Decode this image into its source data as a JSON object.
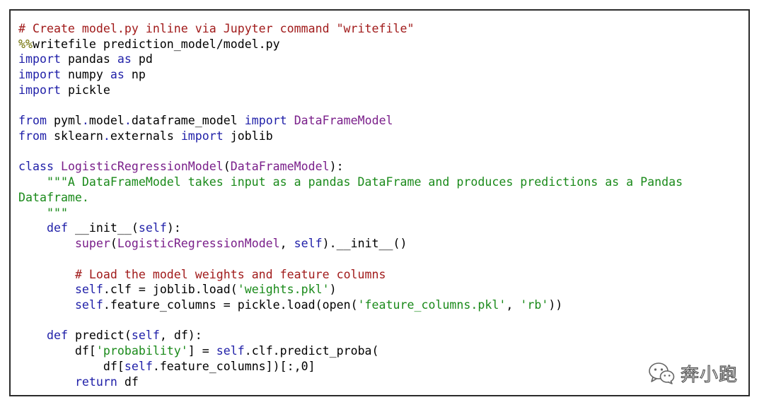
{
  "code": {
    "lines": [
      [
        {
          "t": "comment",
          "v": "# Create model.py inline via Jupyter command \"writefile\""
        }
      ],
      [
        {
          "t": "magic",
          "v": "%%"
        },
        {
          "t": "default",
          "v": "writefile prediction_model/model.py"
        }
      ],
      [
        {
          "t": "keyword",
          "v": "import"
        },
        {
          "t": "default",
          "v": " pandas "
        },
        {
          "t": "keyword",
          "v": "as"
        },
        {
          "t": "default",
          "v": " pd"
        }
      ],
      [
        {
          "t": "keyword",
          "v": "import"
        },
        {
          "t": "default",
          "v": " numpy "
        },
        {
          "t": "keyword",
          "v": "as"
        },
        {
          "t": "default",
          "v": " np"
        }
      ],
      [
        {
          "t": "keyword",
          "v": "import"
        },
        {
          "t": "default",
          "v": " pickle"
        }
      ],
      [],
      [
        {
          "t": "keyword",
          "v": "from"
        },
        {
          "t": "default",
          "v": " pyml"
        },
        {
          "t": "keyword",
          "v": "."
        },
        {
          "t": "default",
          "v": "model"
        },
        {
          "t": "keyword",
          "v": "."
        },
        {
          "t": "default",
          "v": "dataframe_model "
        },
        {
          "t": "keyword",
          "v": "import"
        },
        {
          "t": "default",
          "v": " "
        },
        {
          "t": "classname",
          "v": "DataFrameModel"
        }
      ],
      [
        {
          "t": "keyword",
          "v": "from"
        },
        {
          "t": "default",
          "v": " sklearn"
        },
        {
          "t": "keyword",
          "v": "."
        },
        {
          "t": "default",
          "v": "externals "
        },
        {
          "t": "keyword",
          "v": "import"
        },
        {
          "t": "default",
          "v": " joblib"
        }
      ],
      [],
      [
        {
          "t": "keyword",
          "v": "class"
        },
        {
          "t": "default",
          "v": " "
        },
        {
          "t": "classname",
          "v": "LogisticRegressionModel"
        },
        {
          "t": "default",
          "v": "("
        },
        {
          "t": "classname",
          "v": "DataFrameModel"
        },
        {
          "t": "default",
          "v": "):"
        }
      ],
      [
        {
          "t": "string",
          "v": "    \"\"\"A DataFrameModel takes input as a pandas DataFrame and produces predictions as a Pandas"
        }
      ],
      [
        {
          "t": "string",
          "v": "Dataframe."
        }
      ],
      [
        {
          "t": "string",
          "v": "    \"\"\""
        }
      ],
      [
        {
          "t": "default",
          "v": "    "
        },
        {
          "t": "keyword",
          "v": "def"
        },
        {
          "t": "default",
          "v": " __init__("
        },
        {
          "t": "self",
          "v": "self"
        },
        {
          "t": "default",
          "v": "):"
        }
      ],
      [
        {
          "t": "default",
          "v": "        "
        },
        {
          "t": "builtin",
          "v": "super"
        },
        {
          "t": "default",
          "v": "("
        },
        {
          "t": "classname",
          "v": "LogisticRegressionModel"
        },
        {
          "t": "default",
          "v": ", "
        },
        {
          "t": "self",
          "v": "self"
        },
        {
          "t": "default",
          "v": ").__init__()"
        }
      ],
      [],
      [
        {
          "t": "default",
          "v": "        "
        },
        {
          "t": "comment",
          "v": "# Load the model weights and feature columns"
        }
      ],
      [
        {
          "t": "default",
          "v": "        "
        },
        {
          "t": "self",
          "v": "self"
        },
        {
          "t": "default",
          "v": ".clf = joblib.load("
        },
        {
          "t": "string",
          "v": "'weights.pkl'"
        },
        {
          "t": "default",
          "v": ")"
        }
      ],
      [
        {
          "t": "default",
          "v": "        "
        },
        {
          "t": "self",
          "v": "self"
        },
        {
          "t": "default",
          "v": ".feature_columns = pickle.load(open("
        },
        {
          "t": "string",
          "v": "'feature_columns.pkl'"
        },
        {
          "t": "default",
          "v": ", "
        },
        {
          "t": "string",
          "v": "'rb'"
        },
        {
          "t": "default",
          "v": "))"
        }
      ],
      [],
      [
        {
          "t": "default",
          "v": "    "
        },
        {
          "t": "keyword",
          "v": "def"
        },
        {
          "t": "default",
          "v": " predict("
        },
        {
          "t": "self",
          "v": "self"
        },
        {
          "t": "default",
          "v": ", df):"
        }
      ],
      [
        {
          "t": "default",
          "v": "        df["
        },
        {
          "t": "string",
          "v": "'probability'"
        },
        {
          "t": "default",
          "v": "] = "
        },
        {
          "t": "self",
          "v": "self"
        },
        {
          "t": "default",
          "v": ".clf.predict_proba("
        }
      ],
      [
        {
          "t": "default",
          "v": "            df["
        },
        {
          "t": "self",
          "v": "self"
        },
        {
          "t": "default",
          "v": ".feature_columns])[:,0]"
        }
      ],
      [
        {
          "t": "default",
          "v": "        "
        },
        {
          "t": "keyword",
          "v": "return"
        },
        {
          "t": "default",
          "v": " df"
        }
      ]
    ]
  },
  "watermark": {
    "icon": "wechat-icon",
    "text": "奔小跑"
  }
}
